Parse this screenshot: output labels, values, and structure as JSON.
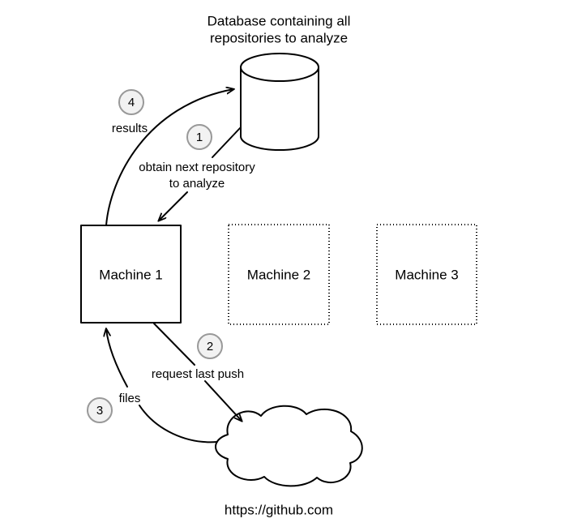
{
  "diagram": {
    "title": "Database containing all repositories to analyze",
    "title_lines": [
      "Database containing all",
      "repositories to analyze"
    ],
    "footer": "https://github.com",
    "colors": {
      "stroke": "#000000",
      "fill": "#ffffff",
      "badge_fill": "#f2f2f2",
      "badge_stroke": "#999999",
      "text": "#000000"
    },
    "nodes": [
      {
        "id": "database",
        "label": "Database containing all repositories to analyze",
        "shape": "cylinder",
        "border": "solid"
      },
      {
        "id": "machine-1",
        "label": "Machine 1",
        "shape": "rectangle",
        "border": "solid"
      },
      {
        "id": "machine-2",
        "label": "Machine 2",
        "shape": "rectangle",
        "border": "dotted"
      },
      {
        "id": "machine-3",
        "label": "Machine 3",
        "shape": "rectangle",
        "border": "dotted"
      },
      {
        "id": "github-cloud",
        "label": "https://github.com",
        "shape": "cloud",
        "border": "solid"
      }
    ],
    "steps": [
      {
        "number": "1",
        "label": "obtain next repository to analyze",
        "label_lines": [
          "obtain next repository",
          "to analyze"
        ],
        "from": "database",
        "to": "machine-1"
      },
      {
        "number": "2",
        "label": "request last push",
        "label_lines": [
          "request last push"
        ],
        "from": "machine-1",
        "to": "github-cloud"
      },
      {
        "number": "3",
        "label": "files",
        "label_lines": [
          "files"
        ],
        "from": "github-cloud",
        "to": "machine-1"
      },
      {
        "number": "4",
        "label": "results",
        "label_lines": [
          "results"
        ],
        "from": "machine-1",
        "to": "database"
      }
    ]
  }
}
